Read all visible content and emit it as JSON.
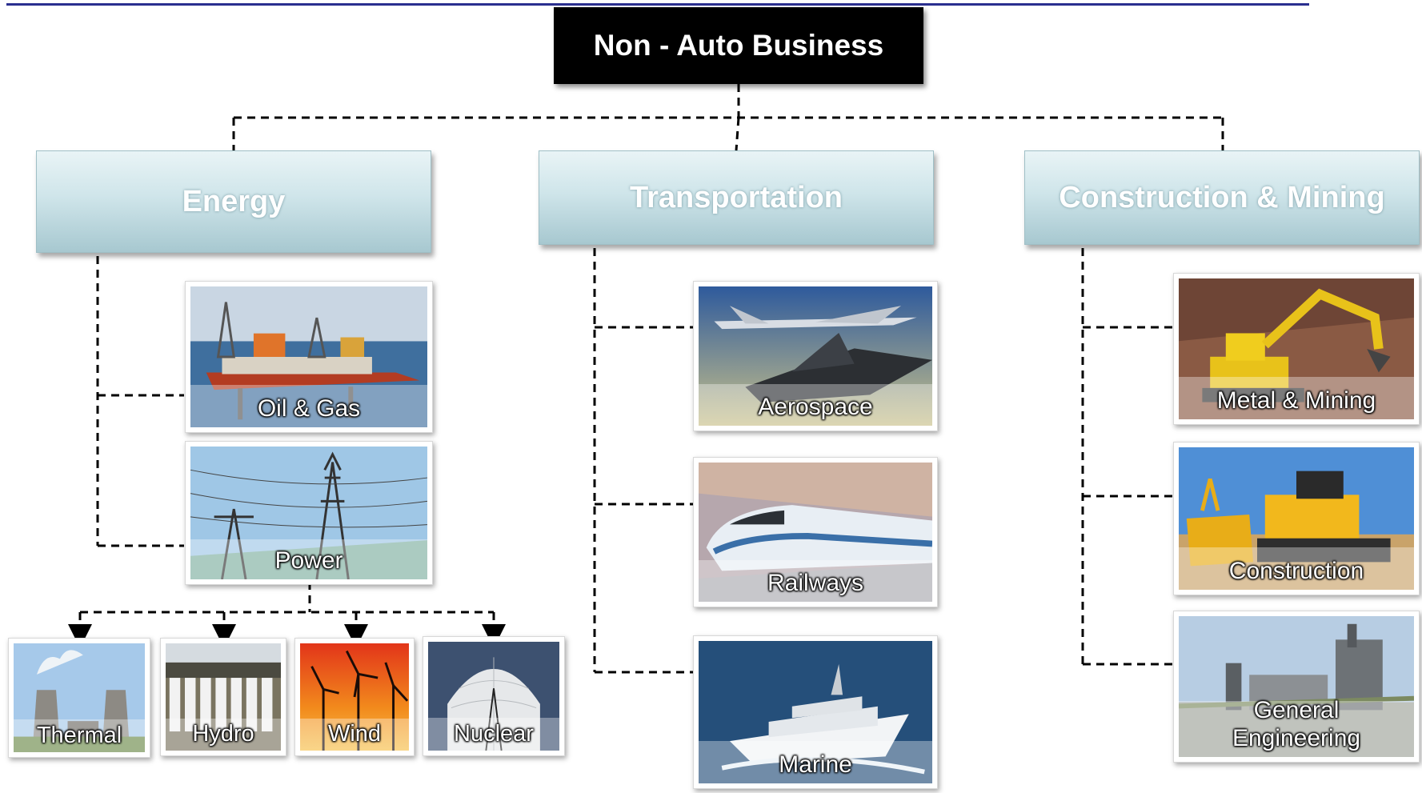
{
  "title": "Non - Auto Business",
  "categories": {
    "energy": "Energy",
    "transportation": "Transportation",
    "construction": "Construction & Mining"
  },
  "energy": {
    "oil_gas": "Oil & Gas",
    "power": "Power",
    "power_sub": {
      "thermal": "Thermal",
      "hydro": "Hydro",
      "wind": "Wind",
      "nuclear": "Nuclear"
    }
  },
  "transportation": {
    "aerospace": "Aerospace",
    "railways": "Railways",
    "marine": "Marine"
  },
  "construction": {
    "metal_mining": "Metal & Mining",
    "construction": "Construction",
    "general_engineering_line1": "General",
    "general_engineering_line2": "Engineering"
  },
  "colors": {
    "title_bg": "#000000",
    "category_top": "#e9f4f6",
    "category_bottom": "#a7c8d0",
    "top_rule": "#2a2f8f",
    "connector": "#000000"
  }
}
